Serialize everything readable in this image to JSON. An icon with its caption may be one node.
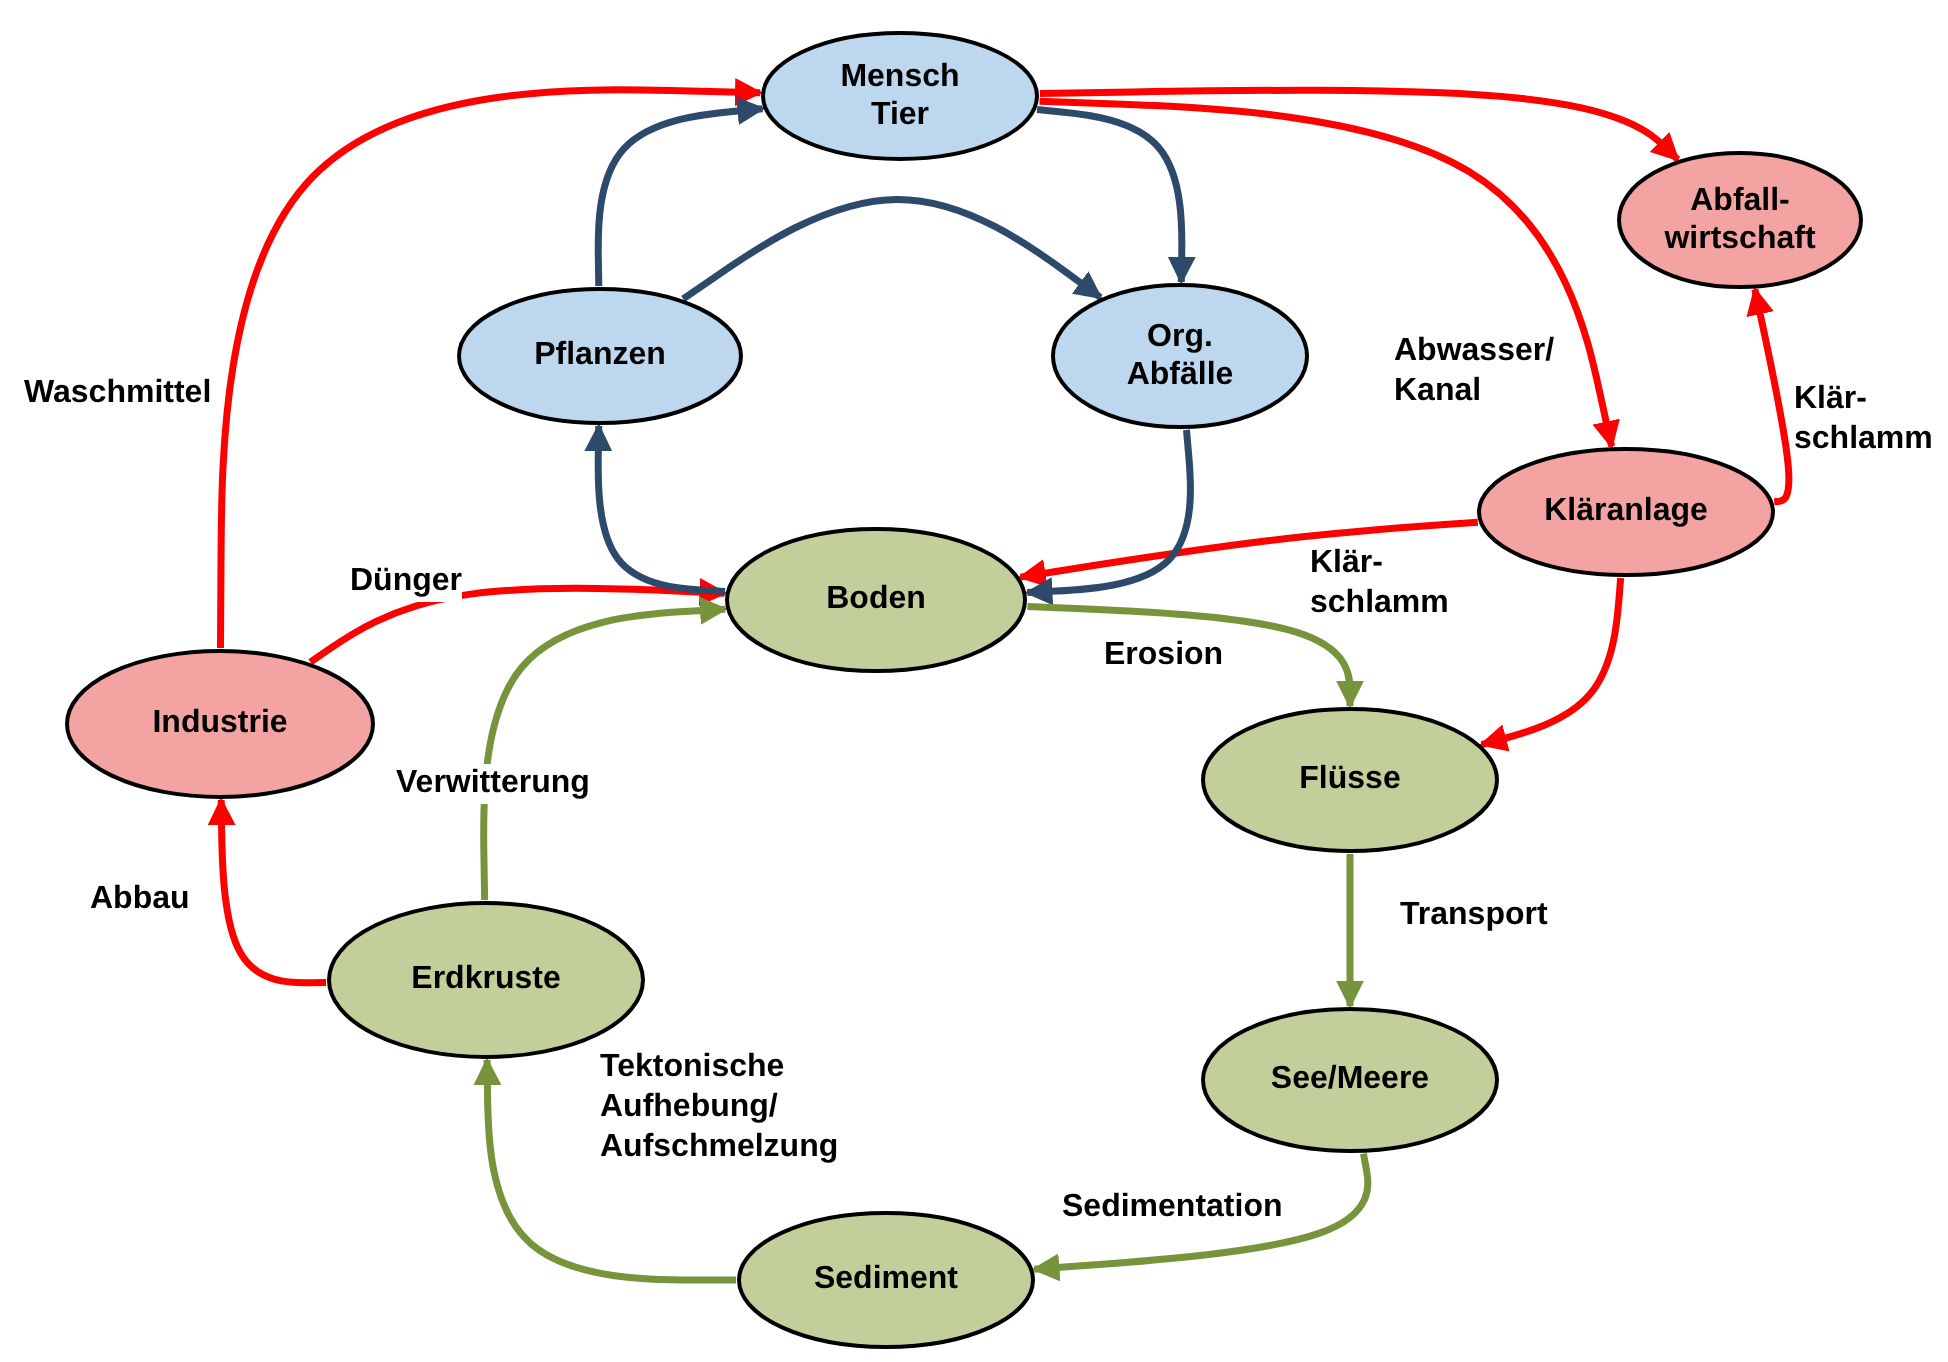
{
  "diagram": {
    "nodes": [
      {
        "text": [
          "Mensch Tier"
        ]
      },
      {
        "text": [
          "Abfall- wirtschaft"
        ]
      },
      {
        "text": [
          "Pflanzen"
        ]
      },
      {
        "text": [
          "Org. Abfälle"
        ]
      },
      {
        "text": [
          "Kläranlage"
        ]
      },
      {
        "text": [
          "Industrie"
        ]
      },
      {
        "text": [
          "Boden"
        ]
      },
      {
        "text": [
          "Flüsse"
        ]
      },
      {
        "text": [
          "Erdkruste"
        ]
      },
      {
        "text": [
          "See/Meere"
        ]
      },
      {
        "text": [
          "Sediment"
        ]
      }
    ],
    "edges": [
      {
        "from": 5,
        "to": 0,
        "arrow": "to",
        "label": "Waschmittel"
      },
      {
        "from": 5,
        "to": 6,
        "arrow": "to",
        "label": "Dünger"
      },
      {
        "from": 8,
        "to": 5,
        "arrow": "to",
        "label": "Abbau"
      },
      {
        "from": 0,
        "to": 1,
        "arrow": "to"
      },
      {
        "from": 0,
        "to": 4,
        "arrow": "to",
        "label": "Abwasser/ Kanal"
      },
      {
        "from": 4,
        "to": 1,
        "arrow": "to",
        "label": "Klär- schlamm"
      },
      {
        "from": 4,
        "to": 6,
        "arrow": "to",
        "label": "Klär- schlamm"
      },
      {
        "from": 4,
        "to": 7,
        "arrow": "to"
      },
      {
        "from": 2,
        "to": 0,
        "arrow": "to",
        "color": "#2e4a6b"
      },
      {
        "from": 0,
        "to": 3,
        "arrow": "to",
        "color": "#2e4a6b"
      },
      {
        "from": 2,
        "to": 3,
        "arrow": "to",
        "color": "#2e4a6b"
      },
      {
        "from": 3,
        "to": 6,
        "arrow": "to",
        "color": "#2e4a6b"
      },
      {
        "from": 6,
        "to": 2,
        "arrow": "to",
        "color": "#2e4a6b"
      },
      {
        "from": 6,
        "to": 7,
        "arrow": "to",
        "label": "Erosion",
        "color": "#77933c"
      },
      {
        "from": 7,
        "to": 9,
        "arrow": "to",
        "label": "Transport",
        "color": "#77933c"
      },
      {
        "from": 9,
        "to": 10,
        "arrow": "to",
        "label": "Sedimentation",
        "color": "#77933c"
      },
      {
        "from": 10,
        "to": 8,
        "arrow": "to",
        "label": "Tektonische Aufhebung/ Aufschmelzung",
        "color": "#77933c"
      },
      {
        "from": 8,
        "to": 6,
        "arrow": "to",
        "label": "Verwitterung",
        "color": "#77933c"
      }
    ]
  }
}
